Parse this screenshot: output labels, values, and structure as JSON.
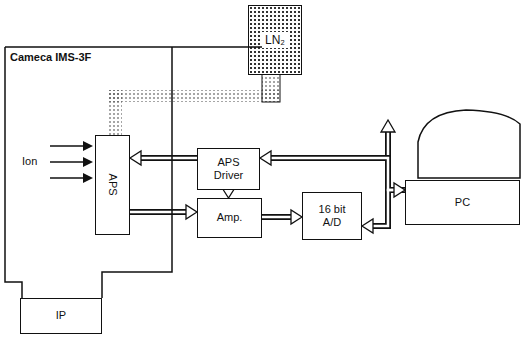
{
  "diagram": {
    "nodes": [
      {
        "text": [
          "LN₂"
        ]
      },
      {
        "text": [
          "Cameca IMS-3F"
        ]
      },
      {
        "text": [
          "APS"
        ],
        "in": 1
      },
      {
        "text": [
          "IP"
        ]
      },
      {
        "text": [
          "APS Driver"
        ]
      },
      {
        "text": [
          "Amp."
        ]
      },
      {
        "text": [
          "16 bit A/D"
        ]
      },
      {
        "text": [
          "PC"
        ]
      }
    ],
    "edges": [
      {
        "from": 4,
        "to": 2,
        "arrow": "to"
      },
      {
        "from": 4,
        "to": 5,
        "arrow": "to"
      },
      {
        "from": 2,
        "to": 5,
        "arrow": "to"
      },
      {
        "from": 5,
        "to": 6,
        "arrow": "to"
      },
      {
        "from": 7,
        "to": 4,
        "arrow": "to"
      },
      {
        "from": 6,
        "to": 7,
        "arrow": "both"
      }
    ],
    "labels": [
      "Ion"
    ]
  }
}
